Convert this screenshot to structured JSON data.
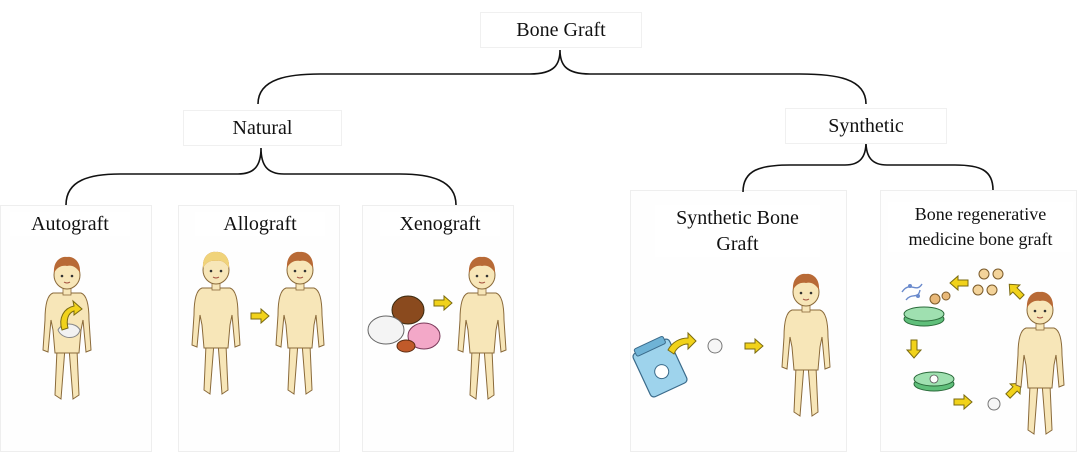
{
  "root": {
    "label": "Bone Graft"
  },
  "branches": {
    "natural": {
      "label": "Natural"
    },
    "synthetic": {
      "label": "Synthetic"
    }
  },
  "leaves": {
    "autograft": {
      "label": "Autograft"
    },
    "allograft": {
      "label": "Allograft"
    },
    "xenograft": {
      "label": "Xenograft"
    },
    "synthetic_bone_graft": {
      "line1": "Synthetic Bone",
      "line2": "Graft"
    },
    "regenerative": {
      "line1": "Bone regenerative",
      "line2": "medicine bone graft"
    }
  },
  "colors": {
    "skin": "#f7e6b8",
    "skin_outline": "#8a6a3a",
    "hair_brown": "#b86a36",
    "hair_blond": "#f0d37a",
    "donor_skin": "#f6d9b8",
    "arrow": "#f1d21a",
    "arrow_outline": "#7a6a10",
    "dish": "#5fbf7a",
    "bag": "#9ed3ec",
    "bracket": "#111111"
  }
}
